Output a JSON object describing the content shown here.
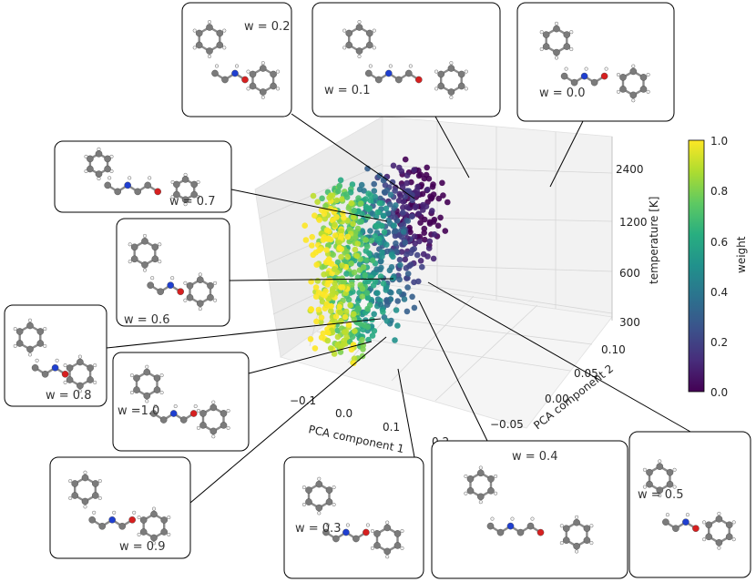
{
  "chart_data": {
    "type": "scatter",
    "subtype": "3d-scatter",
    "xlabel": "PCA component 1",
    "ylabel": "PCA component 2",
    "zlabel": "temperature [K]",
    "x_ticks": [
      "−0.1",
      "0.0",
      "0.1",
      "0.2"
    ],
    "y_ticks": [
      "−0.05",
      "0.00",
      "0.05",
      "0.10"
    ],
    "z_ticks": [
      "300",
      "600",
      "1200",
      "2400"
    ],
    "xlim": [
      -0.17,
      0.28
    ],
    "ylim": [
      -0.09,
      0.12
    ],
    "zscale": "log",
    "zlim": [
      280,
      3000
    ],
    "grid": true,
    "colorbar": {
      "label": "weight",
      "colormap": "viridis",
      "range": [
        0.0,
        1.0
      ],
      "ticks": [
        "1.0",
        "0.8",
        "0.6",
        "0.4",
        "0.2",
        "0.0"
      ]
    },
    "clusters": [
      {
        "weight": 0.0,
        "x": 0.24,
        "y": 0.1,
        "z_range": [
          1000,
          2600
        ]
      },
      {
        "weight": 0.1,
        "x": 0.2,
        "y": 0.08,
        "z_range": [
          900,
          2600
        ]
      },
      {
        "weight": 0.2,
        "x": 0.17,
        "y": 0.06,
        "z_range": [
          700,
          2600
        ]
      },
      {
        "weight": 0.3,
        "x": 0.13,
        "y": 0.04,
        "z_range": [
          500,
          2500
        ]
      },
      {
        "weight": 0.4,
        "x": 0.1,
        "y": 0.02,
        "z_range": [
          450,
          2400
        ]
      },
      {
        "weight": 0.5,
        "x": 0.07,
        "y": 0.0,
        "z_range": [
          400,
          2400
        ]
      },
      {
        "weight": 0.6,
        "x": 0.04,
        "y": -0.01,
        "z_range": [
          350,
          2400
        ]
      },
      {
        "weight": 0.7,
        "x": 0.01,
        "y": -0.02,
        "z_range": [
          330,
          2400
        ]
      },
      {
        "weight": 0.8,
        "x": -0.01,
        "y": -0.03,
        "z_range": [
          310,
          2300
        ]
      },
      {
        "weight": 0.9,
        "x": -0.03,
        "y": -0.04,
        "z_range": [
          300,
          2200
        ]
      },
      {
        "weight": 1.0,
        "x": -0.05,
        "y": -0.05,
        "z_range": [
          300,
          2000
        ]
      }
    ],
    "annotations": [
      {
        "label": "w = 0.2"
      },
      {
        "label": "w = 0.1"
      },
      {
        "label": "w = 0.0"
      },
      {
        "label": "w = 0.7"
      },
      {
        "label": "w = 0.6"
      },
      {
        "label": "w = 0.8"
      },
      {
        "label": "w =1.0"
      },
      {
        "label": "w = 0.9"
      },
      {
        "label": "w = 0.3"
      },
      {
        "label": "w = 0.4"
      },
      {
        "label": "w = 0.5"
      }
    ]
  }
}
